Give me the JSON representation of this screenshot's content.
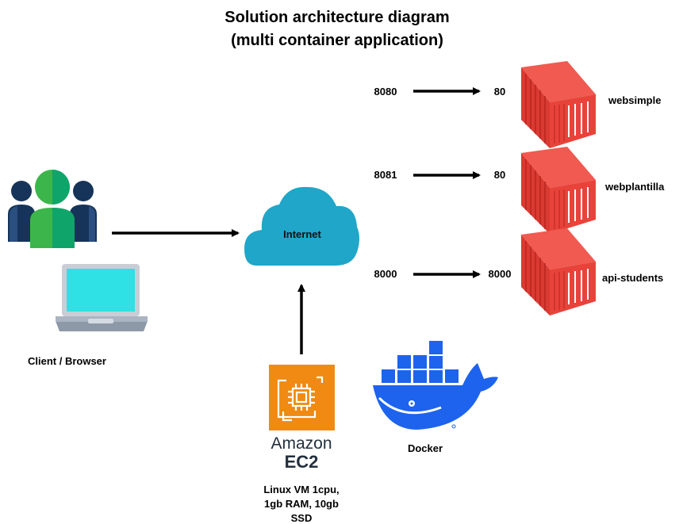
{
  "title": {
    "line1": "Solution architecture diagram",
    "line2": "(multi container application)"
  },
  "client": {
    "label": "Client / Browser"
  },
  "internet": {
    "label": "Internet"
  },
  "ec2": {
    "brand": "Amazon",
    "product": "EC2",
    "desc_line1": "Linux VM 1cpu,",
    "desc_line2": "1gb RAM, 10gb",
    "desc_line3": "SSD"
  },
  "docker": {
    "label": "Docker"
  },
  "containers": [
    {
      "host_port": "8080",
      "container_port": "80",
      "name": "websimple"
    },
    {
      "host_port": "8081",
      "container_port": "80",
      "name": "webplantilla"
    },
    {
      "host_port": "8000",
      "container_port": "8000",
      "name": "api-students"
    }
  ],
  "colors": {
    "container_red": "#e8433a",
    "cloud_blue": "#1fa6c8",
    "ec2_orange": "#f08a12",
    "docker_blue": "#1d63ed",
    "users_navy": "#163459",
    "users_green": "#3cb64a"
  }
}
